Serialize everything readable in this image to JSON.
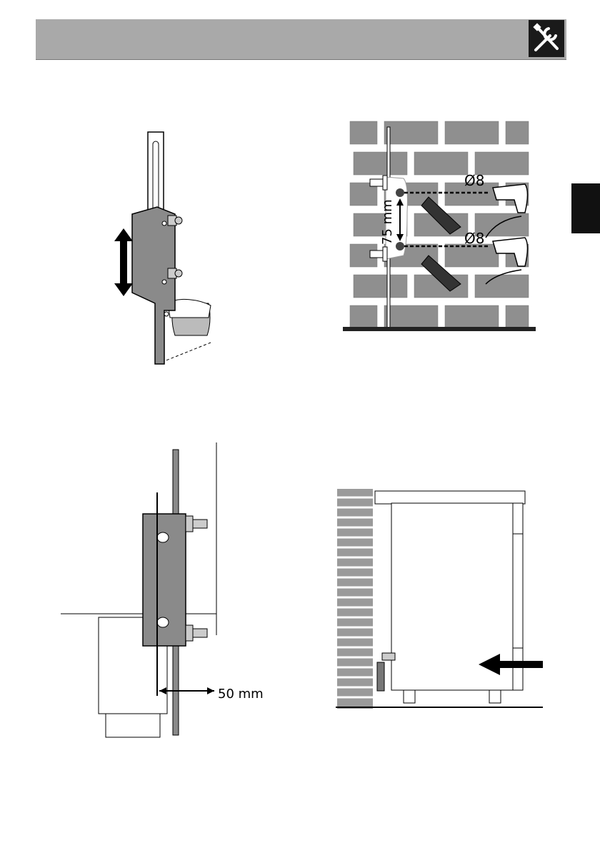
{
  "header": {
    "icon": "tools-icon",
    "bar_color": "#a9a9a9"
  },
  "side_tab": {
    "color": "#111111"
  },
  "figures": {
    "wall_drilling": {
      "hole_diameter_top": "Ø8",
      "hole_diameter_bottom": "Ø8",
      "spacing": "75 mm"
    },
    "bracket_clearance": {
      "distance": "50 mm"
    }
  },
  "icons": [
    "tools-icon",
    "adjust-arrow-icon",
    "pencil-icon",
    "drill-icon",
    "push-arrow-icon"
  ]
}
